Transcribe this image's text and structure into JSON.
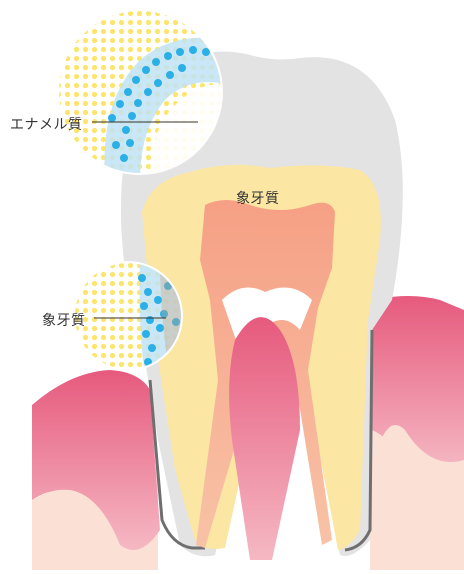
{
  "labels": {
    "enamel": "エナメル質",
    "dentin_side": "象牙質",
    "dentin_center": "象牙質"
  },
  "colors": {
    "background": "#ffffff",
    "enamel": "#e3e3e3",
    "dentin": "#fbe6a3",
    "pulp": "#f6a88c",
    "gum": "#e9718e",
    "gum_light": "#f7c4cc",
    "bone": "#fbe0d6",
    "leader_line": "#333333",
    "dot_blue": "#2ab0e6",
    "dot_yellow": "#fde56c"
  }
}
